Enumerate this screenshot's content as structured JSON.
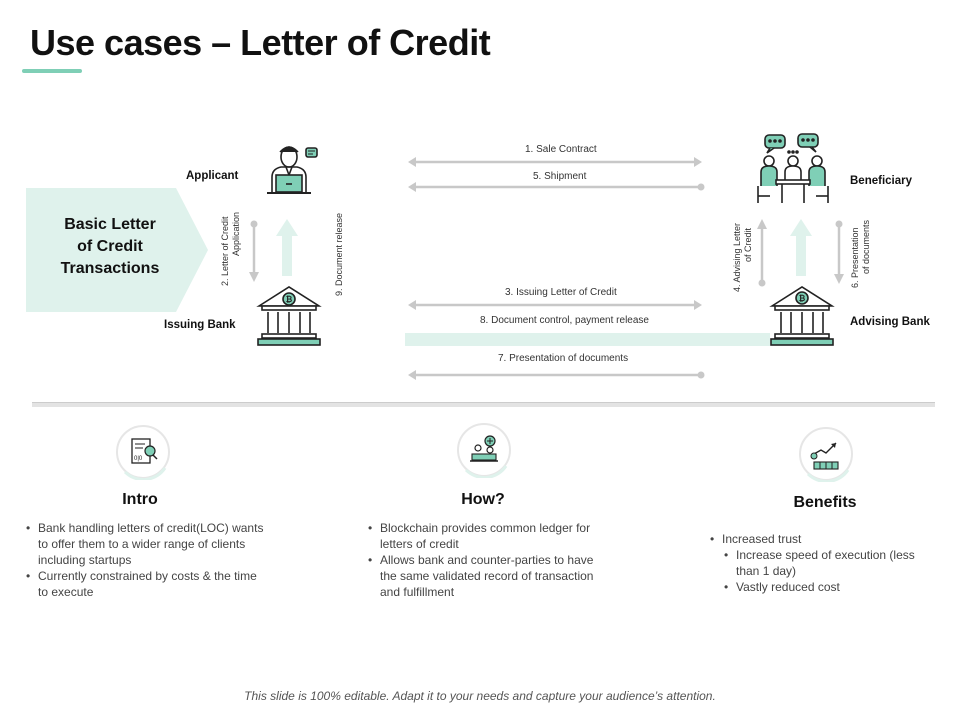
{
  "title": "Use cases – Letter of Credit",
  "diagram": {
    "chevron_line1": "Basic Letter",
    "chevron_line2": "of Credit",
    "chevron_line3": "Transactions",
    "applicant": "Applicant",
    "issuing_bank": "Issuing Bank",
    "beneficiary": "Beneficiary",
    "advising_bank": "Advising Bank",
    "step2_line1": "2.   Letter of Credit",
    "step2_line2": "Application",
    "step9": "9.   Document release",
    "step4_line1": "4.   Advising Letter",
    "step4_line2": "of Credit",
    "step6_line1": "6.   Presentation",
    "step6_line2": "of documents",
    "step1": "1.  Sale Contract",
    "step5": "5.   Shipment",
    "step3": "3.   Issuing Letter of Credit",
    "step8": "8.   Document control, payment release",
    "step7": "7.   Presentation of documents",
    "accent_color": "#7fcfb6",
    "light_accent": "#dff2ec"
  },
  "cards": {
    "intro": {
      "title": "Intro",
      "bullets": [
        "Bank handling letters of credit(LOC) wants to offer them to a wider range of clients including startups",
        "Currently constrained by costs & the time to execute"
      ]
    },
    "how": {
      "title": "How?",
      "bullets": [
        "Blockchain provides  common ledger for letters of credit",
        "Allows bank and counter-parties to have the same validated  record of transaction and fulfillment"
      ]
    },
    "benefits": {
      "title": "Benefits",
      "bullet_main": "Increased trust",
      "bullet_sub1": "Increase speed of execution (less than 1 day)",
      "bullet_sub2": "Vastly reduced cost"
    }
  },
  "footer": "This slide is 100% editable. Adapt it to your needs and capture your audience’s attention."
}
